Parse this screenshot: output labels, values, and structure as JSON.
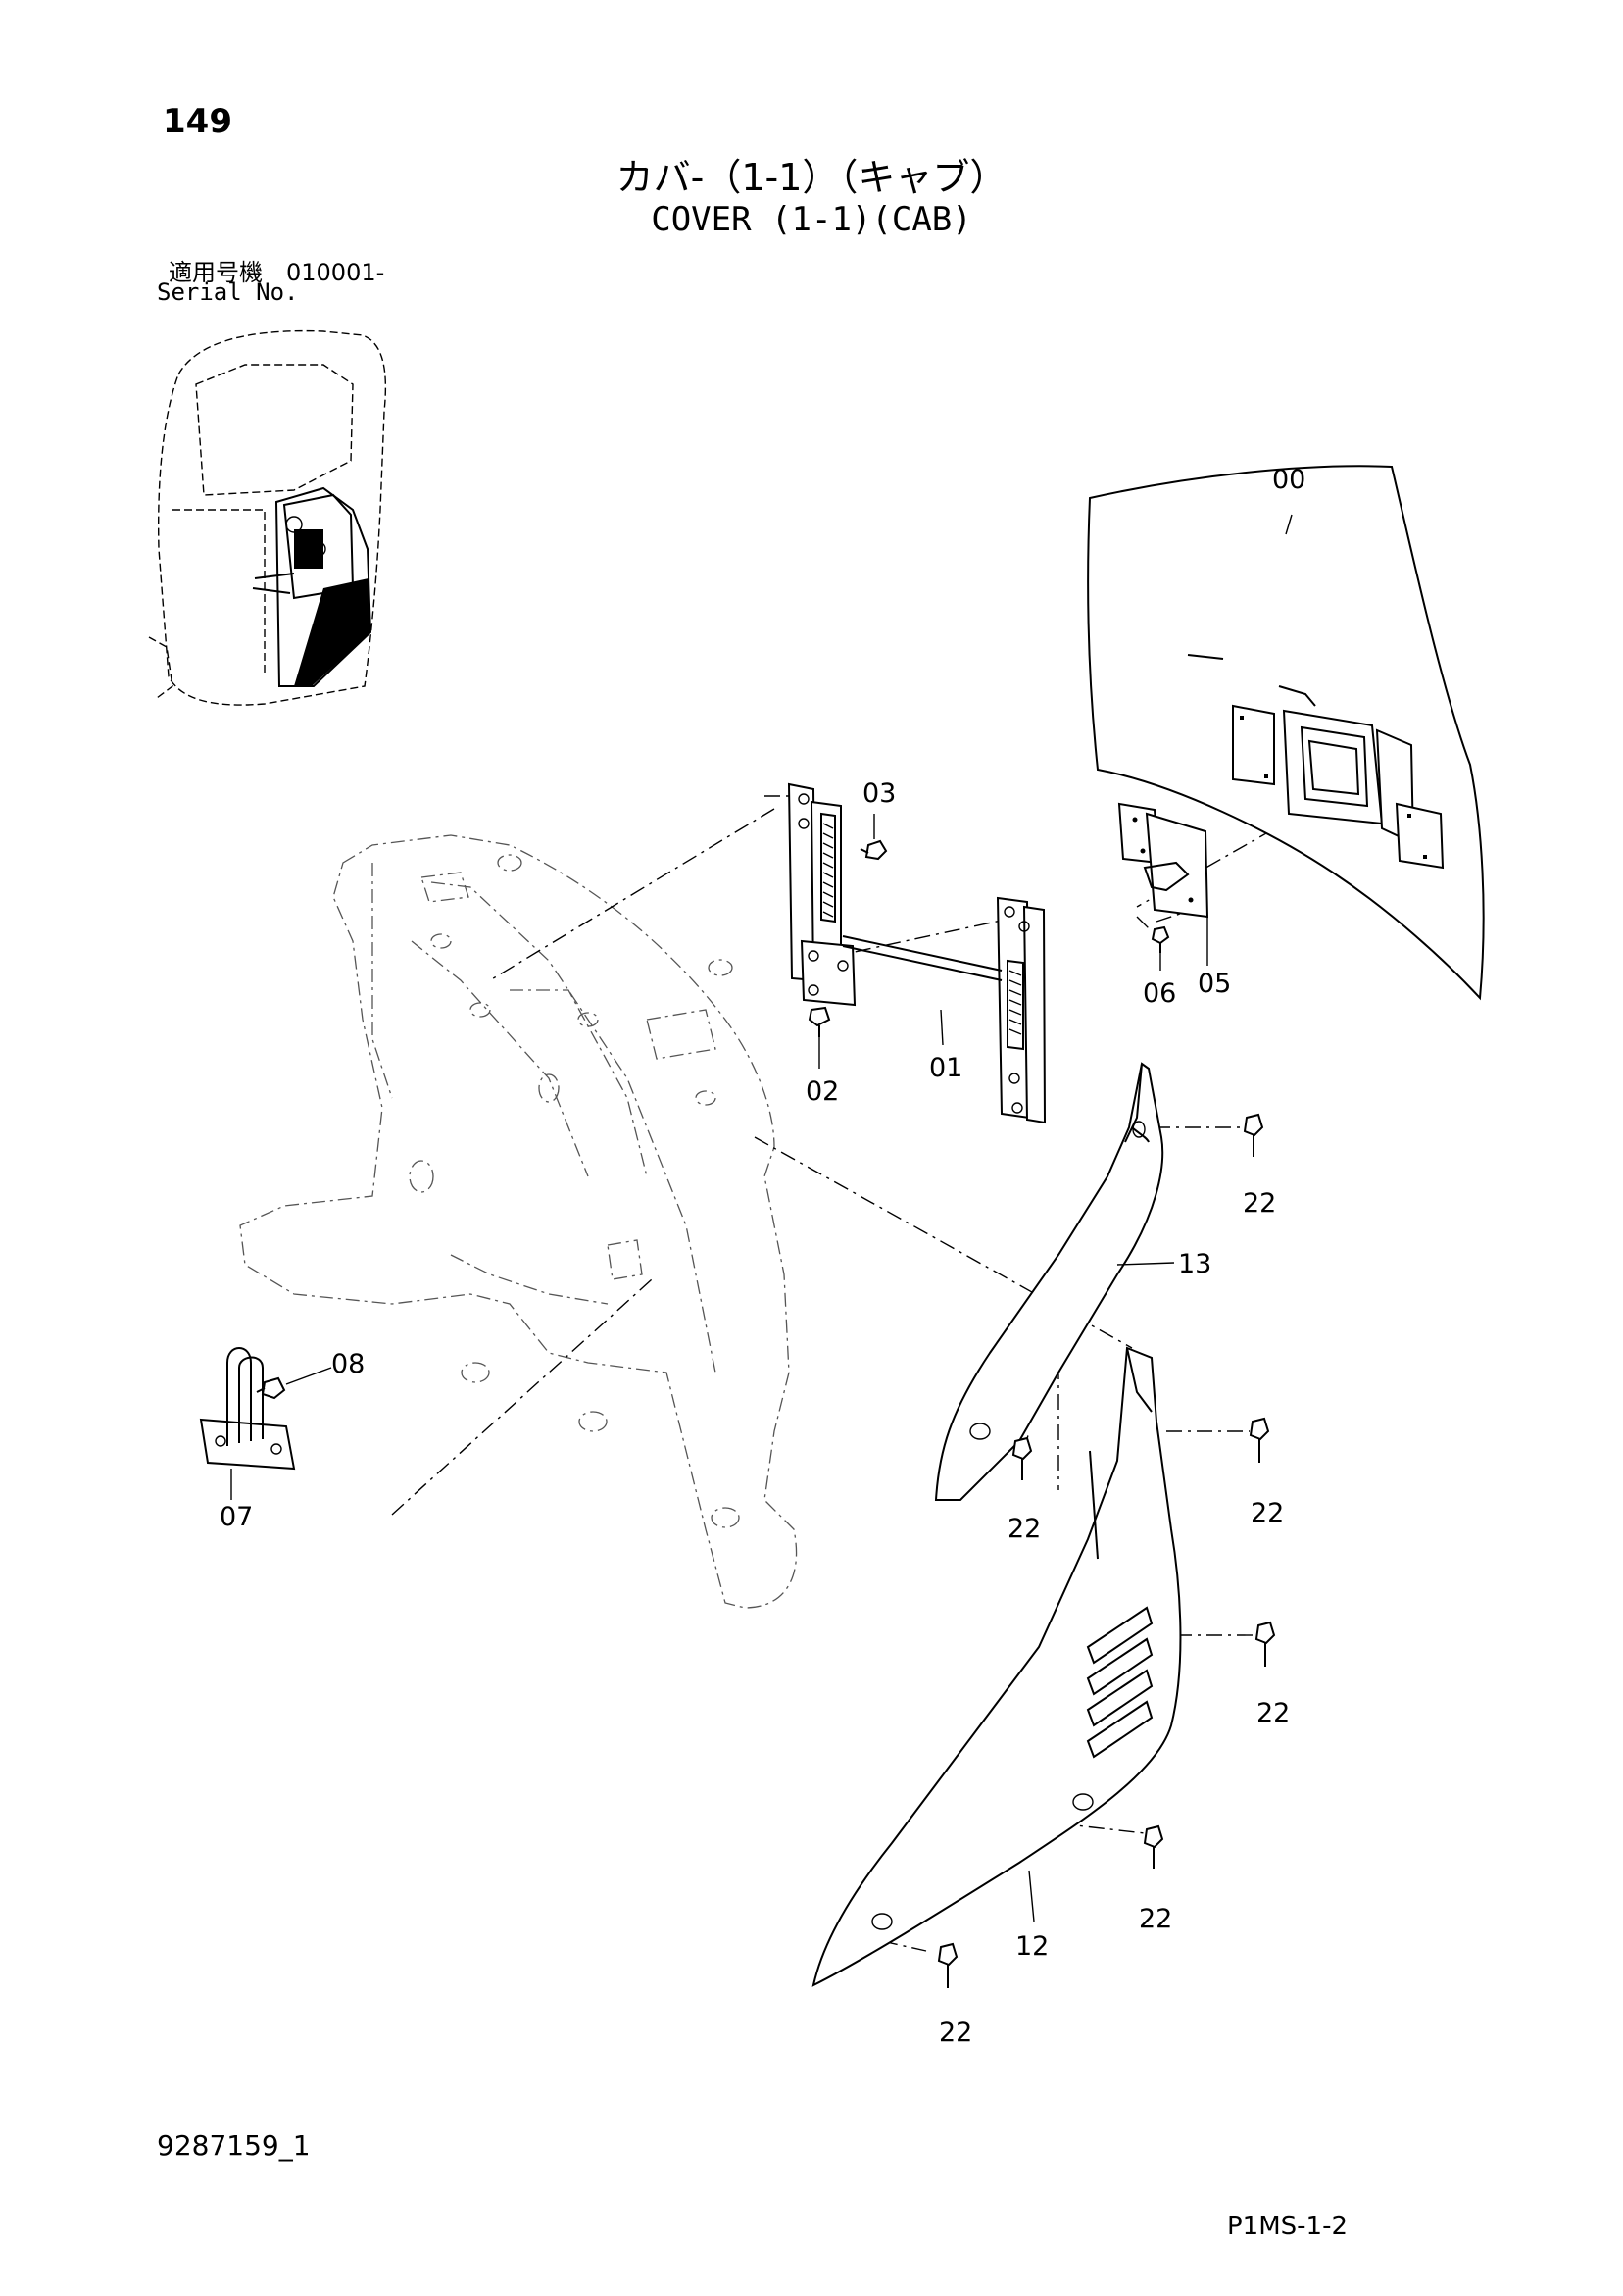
{
  "page_number": "149",
  "title_ja": "カバ-（1-1）（キャブ）",
  "title_en": "COVER (1-1)(CAB)",
  "serial_label_ja": "適用号機　010001-",
  "serial_label_en": "Serial No.",
  "document_id": "9287159_1",
  "page_code": "P1MS-1-2",
  "callouts": {
    "c00": "00",
    "c01": "01",
    "c02": "02",
    "c03": "03",
    "c05": "05",
    "c06": "06",
    "c07": "07",
    "c08": "08",
    "c12": "12",
    "c13": "13",
    "c22_a": "22",
    "c22_b": "22",
    "c22_c": "22",
    "c22_d": "22",
    "c22_e": "22",
    "c22_f": "22"
  }
}
